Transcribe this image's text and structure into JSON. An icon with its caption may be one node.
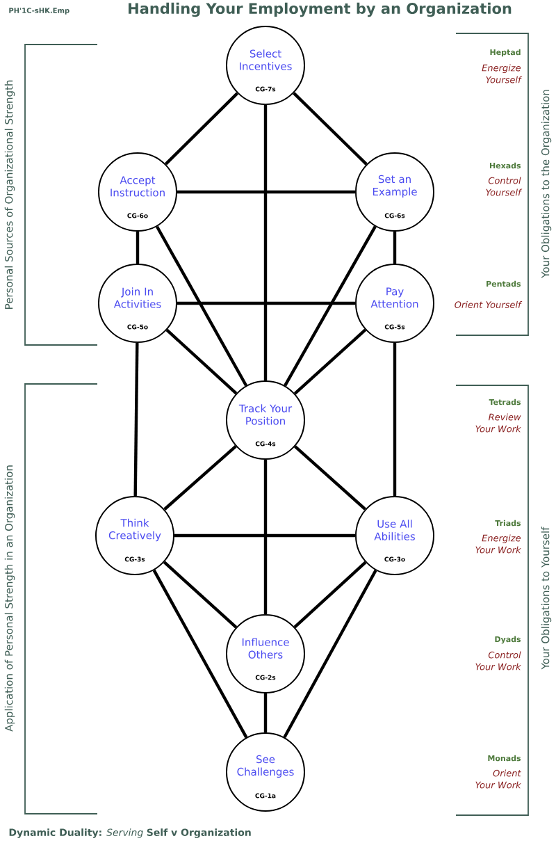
{
  "diagram": {
    "title": "Handling Your Employment by an Organization",
    "caption": "**Dynamic Duality:** *Serving* **Self v Organization**",
    "nodes": [
      {
        "text": [
          "Select Incentives",
          "CG-7s"
        ]
      },
      {
        "text": [
          "Accept Instruction",
          "CG-6o"
        ]
      },
      {
        "text": [
          "Set an Example",
          "CG-6s"
        ]
      },
      {
        "text": [
          "Join In Activities",
          "CG-5o"
        ]
      },
      {
        "text": [
          "Pay Attention",
          "CG-5s"
        ]
      },
      {
        "text": [
          "Track Your Position",
          "CG-4s"
        ]
      },
      {
        "text": [
          "Think Creatively",
          "CG-3s"
        ]
      },
      {
        "text": [
          "Use All Abilities",
          "CG-3o"
        ]
      },
      {
        "text": [
          "Influence Others",
          "CG-2s"
        ]
      },
      {
        "text": [
          "See Challenges",
          "CG-1a"
        ]
      }
    ],
    "edges": [
      {
        "from": 0,
        "to": 1,
        "arrow": "none"
      },
      {
        "from": 0,
        "to": 2,
        "arrow": "none"
      },
      {
        "from": 0,
        "to": 5,
        "arrow": "none"
      },
      {
        "from": 1,
        "to": 2,
        "arrow": "none"
      },
      {
        "from": 1,
        "to": 3,
        "arrow": "none"
      },
      {
        "from": 1,
        "to": 5,
        "arrow": "none"
      },
      {
        "from": 2,
        "to": 4,
        "arrow": "none"
      },
      {
        "from": 2,
        "to": 5,
        "arrow": "none"
      },
      {
        "from": 3,
        "to": 4,
        "arrow": "none"
      },
      {
        "from": 3,
        "to": 5,
        "arrow": "none"
      },
      {
        "from": 4,
        "to": 5,
        "arrow": "none"
      },
      {
        "from": 3,
        "to": 6,
        "arrow": "none"
      },
      {
        "from": 4,
        "to": 7,
        "arrow": "none"
      },
      {
        "from": 5,
        "to": 6,
        "arrow": "none"
      },
      {
        "from": 5,
        "to": 7,
        "arrow": "none"
      },
      {
        "from": 5,
        "to": 8,
        "arrow": "none"
      },
      {
        "from": 6,
        "to": 7,
        "arrow": "none"
      },
      {
        "from": 6,
        "to": 8,
        "arrow": "none"
      },
      {
        "from": 7,
        "to": 8,
        "arrow": "none"
      },
      {
        "from": 6,
        "to": 9,
        "arrow": "none"
      },
      {
        "from": 7,
        "to": 9,
        "arrow": "none"
      },
      {
        "from": 8,
        "to": 9,
        "arrow": "none"
      }
    ],
    "labels": [
      "PH'1C-sHK.Emp",
      "Personal Sources of Organizational Strength",
      "Application of Personal Strength in an Organization",
      "Your Obligations to the Organization",
      "Your Obligations to Yourself",
      "Heptad",
      "Energize Yourself",
      "Hexads",
      "Control Yourself",
      "Pentads",
      "Orient Yourself",
      "Tetrads",
      "Review Your Work",
      "Triads",
      "Energize Your Work",
      "Dyads",
      "Control Your Work",
      "Monads",
      "Orient Your Work"
    ]
  }
}
